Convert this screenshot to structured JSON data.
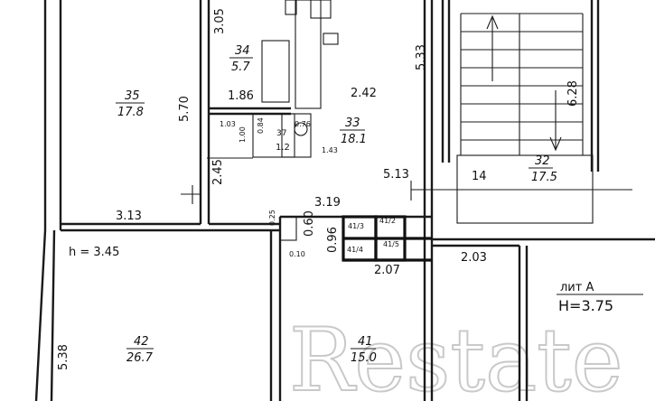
{
  "watermark": "Restate",
  "rooms": [
    {
      "num": "35",
      "area": "17.8"
    },
    {
      "num": "34",
      "area": "5.7"
    },
    {
      "num": "33",
      "area": "18.1"
    },
    {
      "num": "37",
      "area": "1.2"
    },
    {
      "num": "32",
      "area": "17.5"
    },
    {
      "num": "42",
      "area": "26.7"
    },
    {
      "num": "41",
      "area": "15.0"
    }
  ],
  "closets": [
    "41/3",
    "41/2",
    "41/4",
    "41/5"
  ],
  "dims": [
    "5.70",
    "3.05",
    "1.86",
    "2.42",
    "5.33",
    "6.28",
    "2.45",
    "3.13",
    "3.19",
    "5.13",
    "14",
    "0.60",
    "0.96",
    "2.07",
    "2.03",
    "5.38",
    "0.25",
    "0.10",
    "1.03",
    "1.00",
    "0.84",
    "1.43",
    "0.76"
  ],
  "ceiling_height": "h = 3.45",
  "liter": "лит А",
  "building_height": "H=3.75"
}
